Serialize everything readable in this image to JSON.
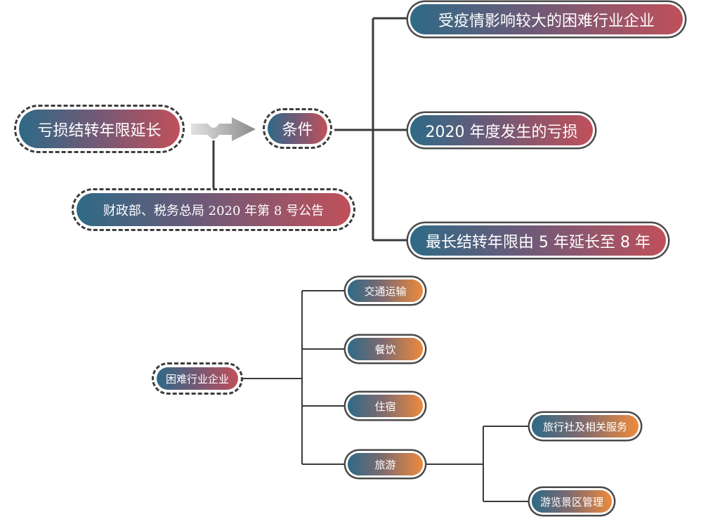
{
  "diagram_top": {
    "root": "亏损结转年限延长",
    "condition": "条件",
    "source": "财政部、税务总局 2020 年第 8 号公告",
    "conditions": [
      "受疫情影响较大的困难行业企业",
      "2020 年度发生的亏损",
      "最长结转年限由 5 年延长至 8 年"
    ]
  },
  "diagram_bottom": {
    "root": "困难行业企业",
    "industries": [
      "交通运输",
      "餐饮",
      "住宿",
      "旅游"
    ],
    "tourism_subtypes": [
      "旅行社及相关服务",
      "游览景区管理"
    ]
  },
  "colors": {
    "gradient_start": "#2e6a86",
    "gradient_end_red": "#c0505a",
    "gradient_end_orange": "#ee8a3c",
    "connector": "#3a3a3a"
  }
}
